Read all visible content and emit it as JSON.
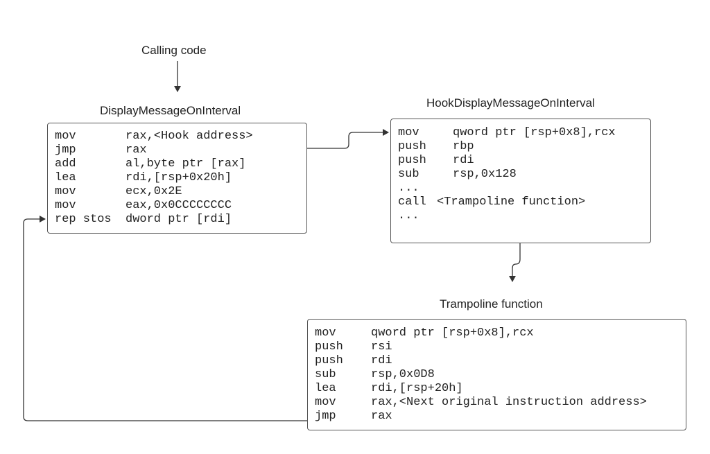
{
  "calling_label": "Calling code",
  "blocks": {
    "display": {
      "title": "DisplayMessageOnInterval",
      "lines": [
        {
          "op": "mov",
          "args": "rax,<Hook address>"
        },
        {
          "op": "jmp",
          "args": "rax"
        },
        {
          "op": "add",
          "args": "al,byte ptr [rax]"
        },
        {
          "op": "lea",
          "args": "rdi,[rsp+0x20h]"
        },
        {
          "op": "mov",
          "args": "ecx,0x2E"
        },
        {
          "op": "mov",
          "args": "eax,0x0CCCCCCCC"
        },
        {
          "op": "rep stos",
          "args": "dword ptr [rdi]"
        }
      ]
    },
    "hook": {
      "title": "HookDisplayMessageOnInterval",
      "lines": [
        {
          "op": "mov",
          "args": "qword ptr [rsp+0x8],rcx"
        },
        {
          "op": "push",
          "args": "rbp"
        },
        {
          "op": "push",
          "args": "rdi"
        },
        {
          "op": "sub",
          "args": "rsp,0x128"
        },
        {
          "op": "...",
          "args": ""
        },
        {
          "op": "call",
          "args": "<Trampoline function>"
        },
        {
          "op": "...",
          "args": ""
        }
      ]
    },
    "trampoline": {
      "title": "Trampoline function",
      "lines": [
        {
          "op": "mov",
          "args": "qword ptr [rsp+0x8],rcx"
        },
        {
          "op": "push",
          "args": "rsi"
        },
        {
          "op": "push",
          "args": "rdi"
        },
        {
          "op": "sub",
          "args": "rsp,0x0D8"
        },
        {
          "op": "lea",
          "args": "rdi,[rsp+20h]"
        },
        {
          "op": "mov",
          "args": "rax,<Next original instruction address>"
        },
        {
          "op": "jmp",
          "args": "rax"
        }
      ]
    }
  },
  "colors": {
    "line": "#333333",
    "text": "#222222",
    "border": "#555555"
  }
}
